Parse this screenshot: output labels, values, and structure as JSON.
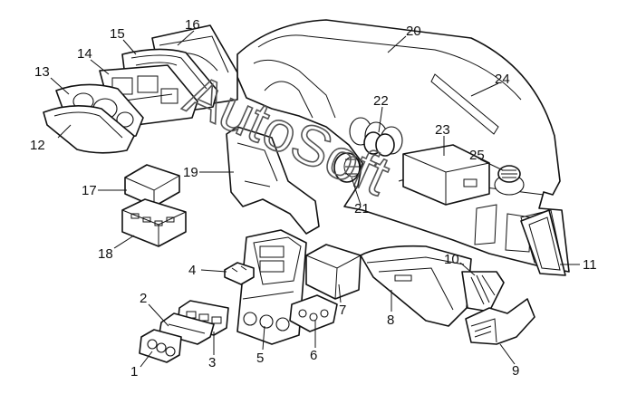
{
  "watermark": "AutoSoft",
  "callouts": [
    "1",
    "2",
    "3",
    "4",
    "5",
    "6",
    "7",
    "8",
    "9",
    "10",
    "11",
    "12",
    "13",
    "14",
    "15",
    "16",
    "17",
    "18",
    "19",
    "20",
    "21",
    "22",
    "23",
    "24",
    "25"
  ]
}
